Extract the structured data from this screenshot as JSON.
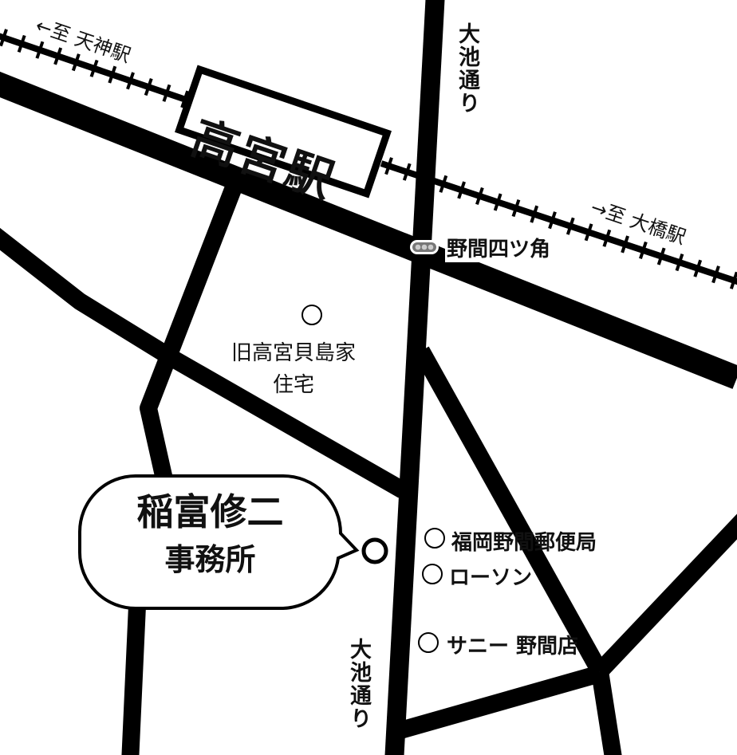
{
  "station": {
    "name": "高宮駅"
  },
  "rail": {
    "west_direction": "←至 天神駅",
    "east_direction": "→至 大橋駅"
  },
  "intersection": {
    "name": "野間四ツ角",
    "icon": "traffic-light-icon"
  },
  "roads": {
    "north_label": "大池通り",
    "south_label": "大池通り"
  },
  "landmarks": [
    {
      "name_line1": "旧高宮貝島家",
      "name_line2": "住宅"
    },
    {
      "name": "福岡野間郵便局"
    },
    {
      "name": "ローソン"
    },
    {
      "name": "サニー 野間店"
    }
  ],
  "destination": {
    "line1": "稲富修二",
    "line2": "事務所"
  },
  "colors": {
    "road": "#000000",
    "background": "#ffffff",
    "signal": "#888888"
  }
}
